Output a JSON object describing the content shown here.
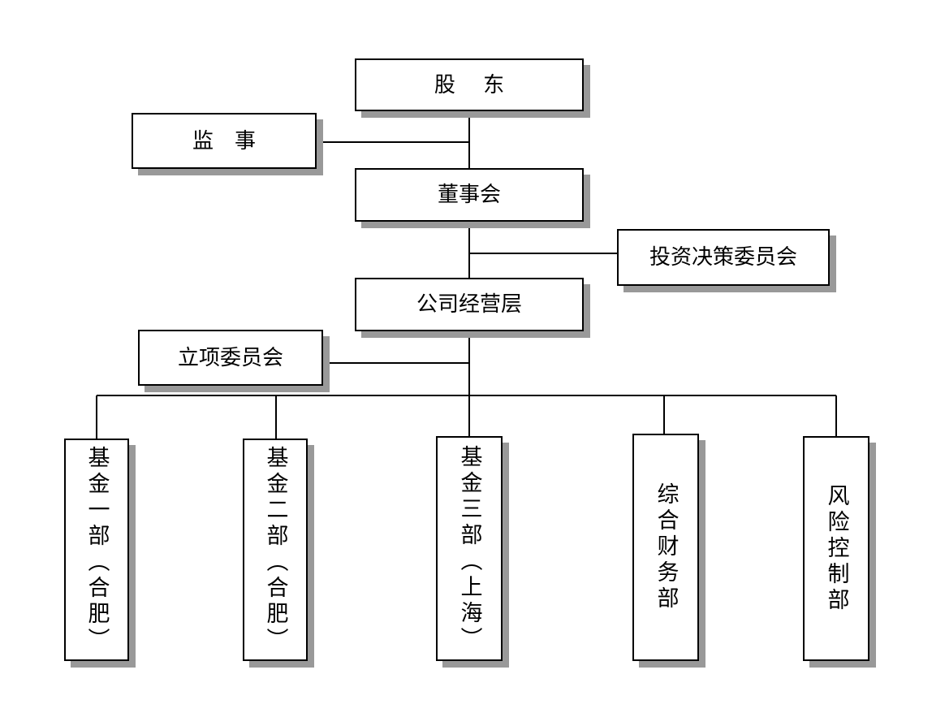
{
  "org_chart": {
    "shareholders": "股　 东",
    "supervisor": "监　事",
    "board": "董事会",
    "investment_committee": "投资决策委员会",
    "management": "公司经营层",
    "project_committee": "立项委员会",
    "departments": [
      "基金一部（合肥）",
      "基金二部（合肥）",
      "基金三部（上海）",
      "综合财务部",
      "风险控制部"
    ]
  },
  "colors": {
    "line": "#000000",
    "shadow": "#999999",
    "box_bg": "#ffffff"
  }
}
